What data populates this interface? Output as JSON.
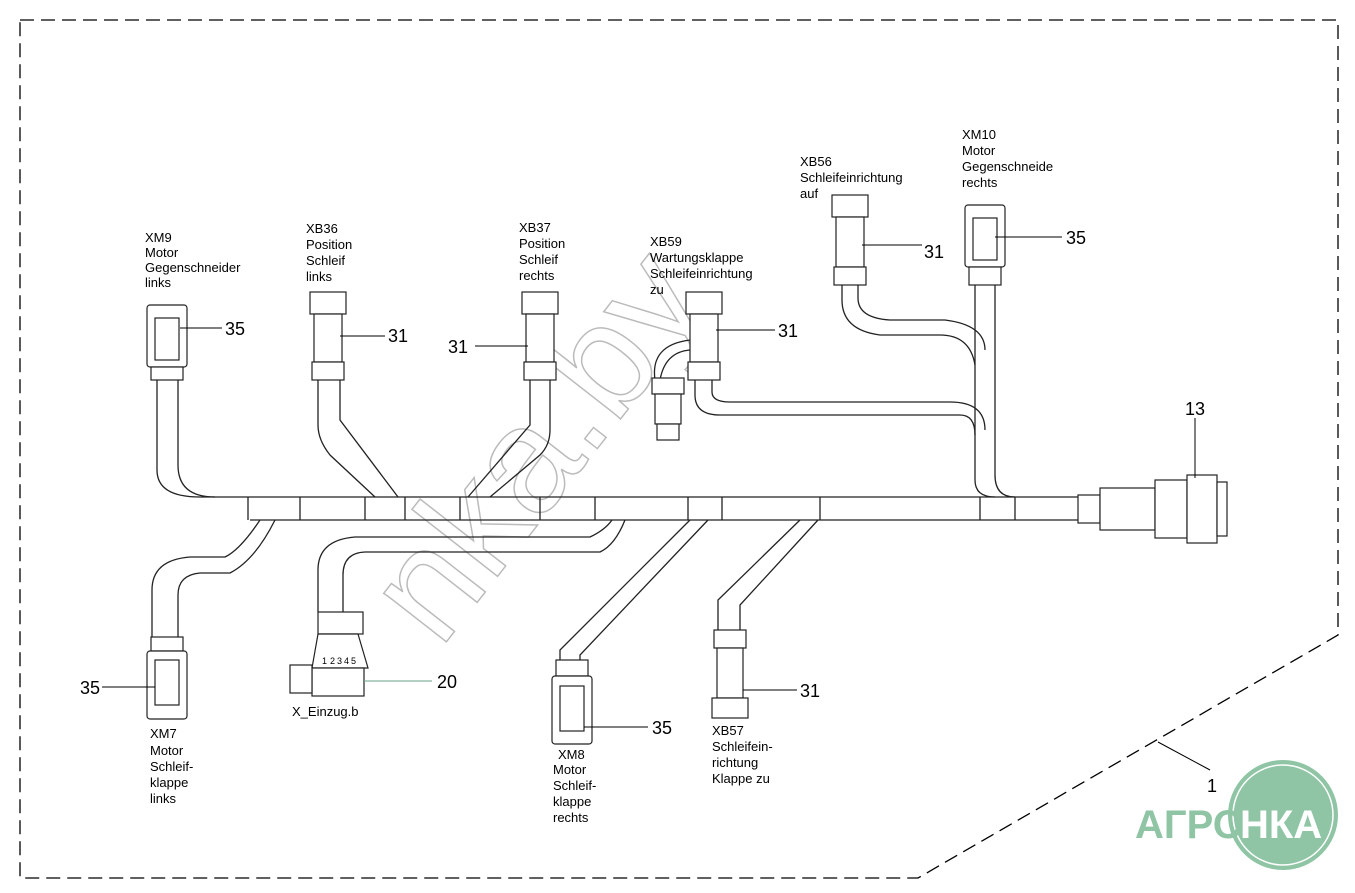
{
  "callouts": {
    "harness": "1",
    "main_connector": "13",
    "x_einzug": "20",
    "sensor": "31",
    "motor": "35"
  },
  "connectors": {
    "xm9": [
      "XM9",
      "Motor",
      "Gegenschneider",
      "links"
    ],
    "xb36": [
      "XB36",
      "Position",
      "Schleif",
      "links"
    ],
    "xb37": [
      "XB37",
      "Position",
      "Schleif",
      "rechts"
    ],
    "xb59": [
      "XB59",
      "Wartungsklappe",
      "Schleifeinrichtung",
      "zu"
    ],
    "xb56": [
      "XB56",
      "Schleifeinrichtung",
      "auf"
    ],
    "xm10": [
      "XM10",
      "Motor",
      "Gegenschneide",
      "rechts"
    ],
    "xm7": [
      "XM7",
      "Motor",
      "Schleif-",
      "klappe",
      "links"
    ],
    "x_einzug": [
      "X_Einzug.b"
    ],
    "x_einzug_pins": [
      "1",
      "2",
      "3",
      "4",
      "5"
    ],
    "xm8": [
      "XM8",
      "Motor",
      "Schleif-",
      "klappe",
      "rechts"
    ],
    "xb57": [
      "XB57",
      "Schleifein-",
      "richtung",
      "Klappe zu"
    ]
  },
  "watermark": "nka.by",
  "logo": {
    "text": "АГРОНКА",
    "color": "#8fc5a5"
  }
}
